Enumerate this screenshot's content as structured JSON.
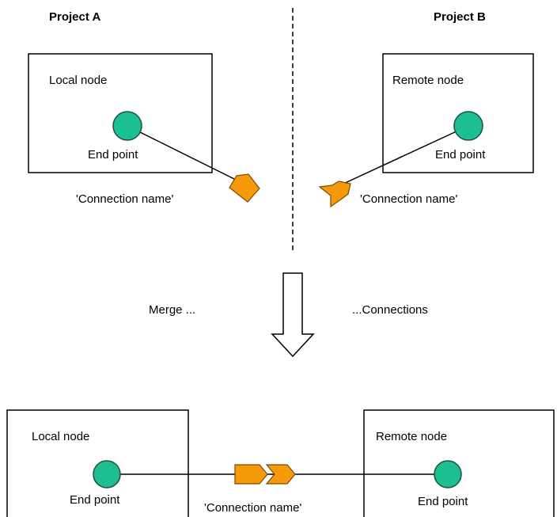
{
  "headings": {
    "project_a": "Project A",
    "project_b": "Project B"
  },
  "top": {
    "local_node": "Local node",
    "remote_node": "Remote node",
    "local_end_point": "End point",
    "remote_end_point": "End point",
    "local_connection_name": "'Connection name'",
    "remote_connection_name": "'Connection name'"
  },
  "merge": {
    "left_text": "Merge ...",
    "right_text": "...Connections"
  },
  "bottom": {
    "local_node": "Local node",
    "remote_node": "Remote node",
    "local_end_point": "End point",
    "remote_end_point": "End point",
    "connection_name": "'Connection name'"
  },
  "colors": {
    "end_point_fill": "#1bbf91",
    "connector_fill": "#f79a0a"
  }
}
